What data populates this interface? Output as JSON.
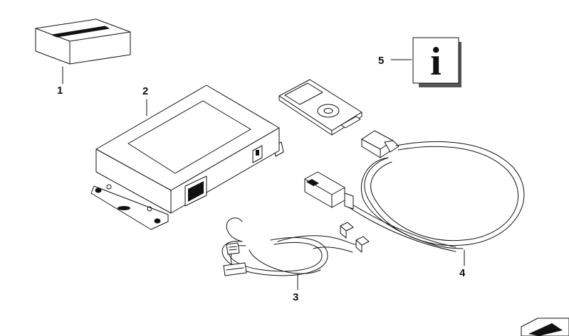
{
  "parts": [
    {
      "number": "1",
      "icon": "box-icon"
    },
    {
      "number": "2",
      "icon": "control-module-icon"
    },
    {
      "number": "3",
      "icon": "wiring-harness-icon"
    },
    {
      "number": "4",
      "icon": "adapter-cable-icon"
    },
    {
      "number": "5",
      "icon": "info-icon"
    }
  ],
  "info_glyph": "i",
  "media_player_icon": "media-player-icon",
  "corner_icon": "arrow-icon",
  "colors": {
    "line": "#111111",
    "background": "#ffffff",
    "shadow": "#555555"
  }
}
